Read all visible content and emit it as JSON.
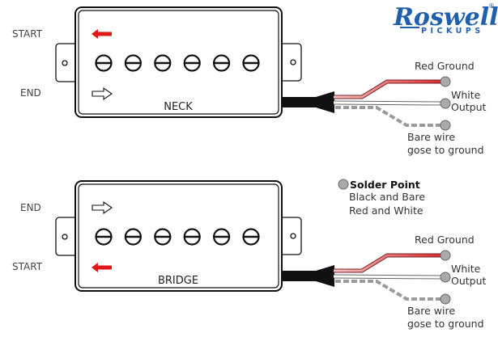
{
  "brand": {
    "name": "Roswell",
    "sub": "PICKUPS",
    "registered": "®",
    "color": "#1f5fae"
  },
  "colors": {
    "red_wire": "#e04a4a",
    "white_wire": "#ffffff",
    "bare_wire": "#9a9a9a",
    "solder_point": "#aaaaaa",
    "arrow_red": "#e01818",
    "outline": "#111111"
  },
  "pickups": [
    {
      "name": "NECK",
      "top_label": "START",
      "bottom_label": "END",
      "top_arrow": "red-left-arrow",
      "bottom_arrow": "white-right-arrow",
      "pole_count": 6,
      "wires": {
        "red": "Red Ground",
        "white_1": "White",
        "white_2": "Output",
        "bare_1": "Bare wire",
        "bare_2": "gose to ground"
      }
    },
    {
      "name": "BRIDGE",
      "top_label": "END",
      "bottom_label": "START",
      "top_arrow": "white-right-arrow",
      "bottom_arrow": "red-left-arrow",
      "pole_count": 6,
      "wires": {
        "red": "Red Ground",
        "white_1": "White",
        "white_2": "Output",
        "bare_1": "Bare wire",
        "bare_2": "gose to ground"
      }
    }
  ],
  "legend": {
    "title": "Solder Point",
    "line1": "Black and Bare",
    "line2": "Red and White"
  }
}
